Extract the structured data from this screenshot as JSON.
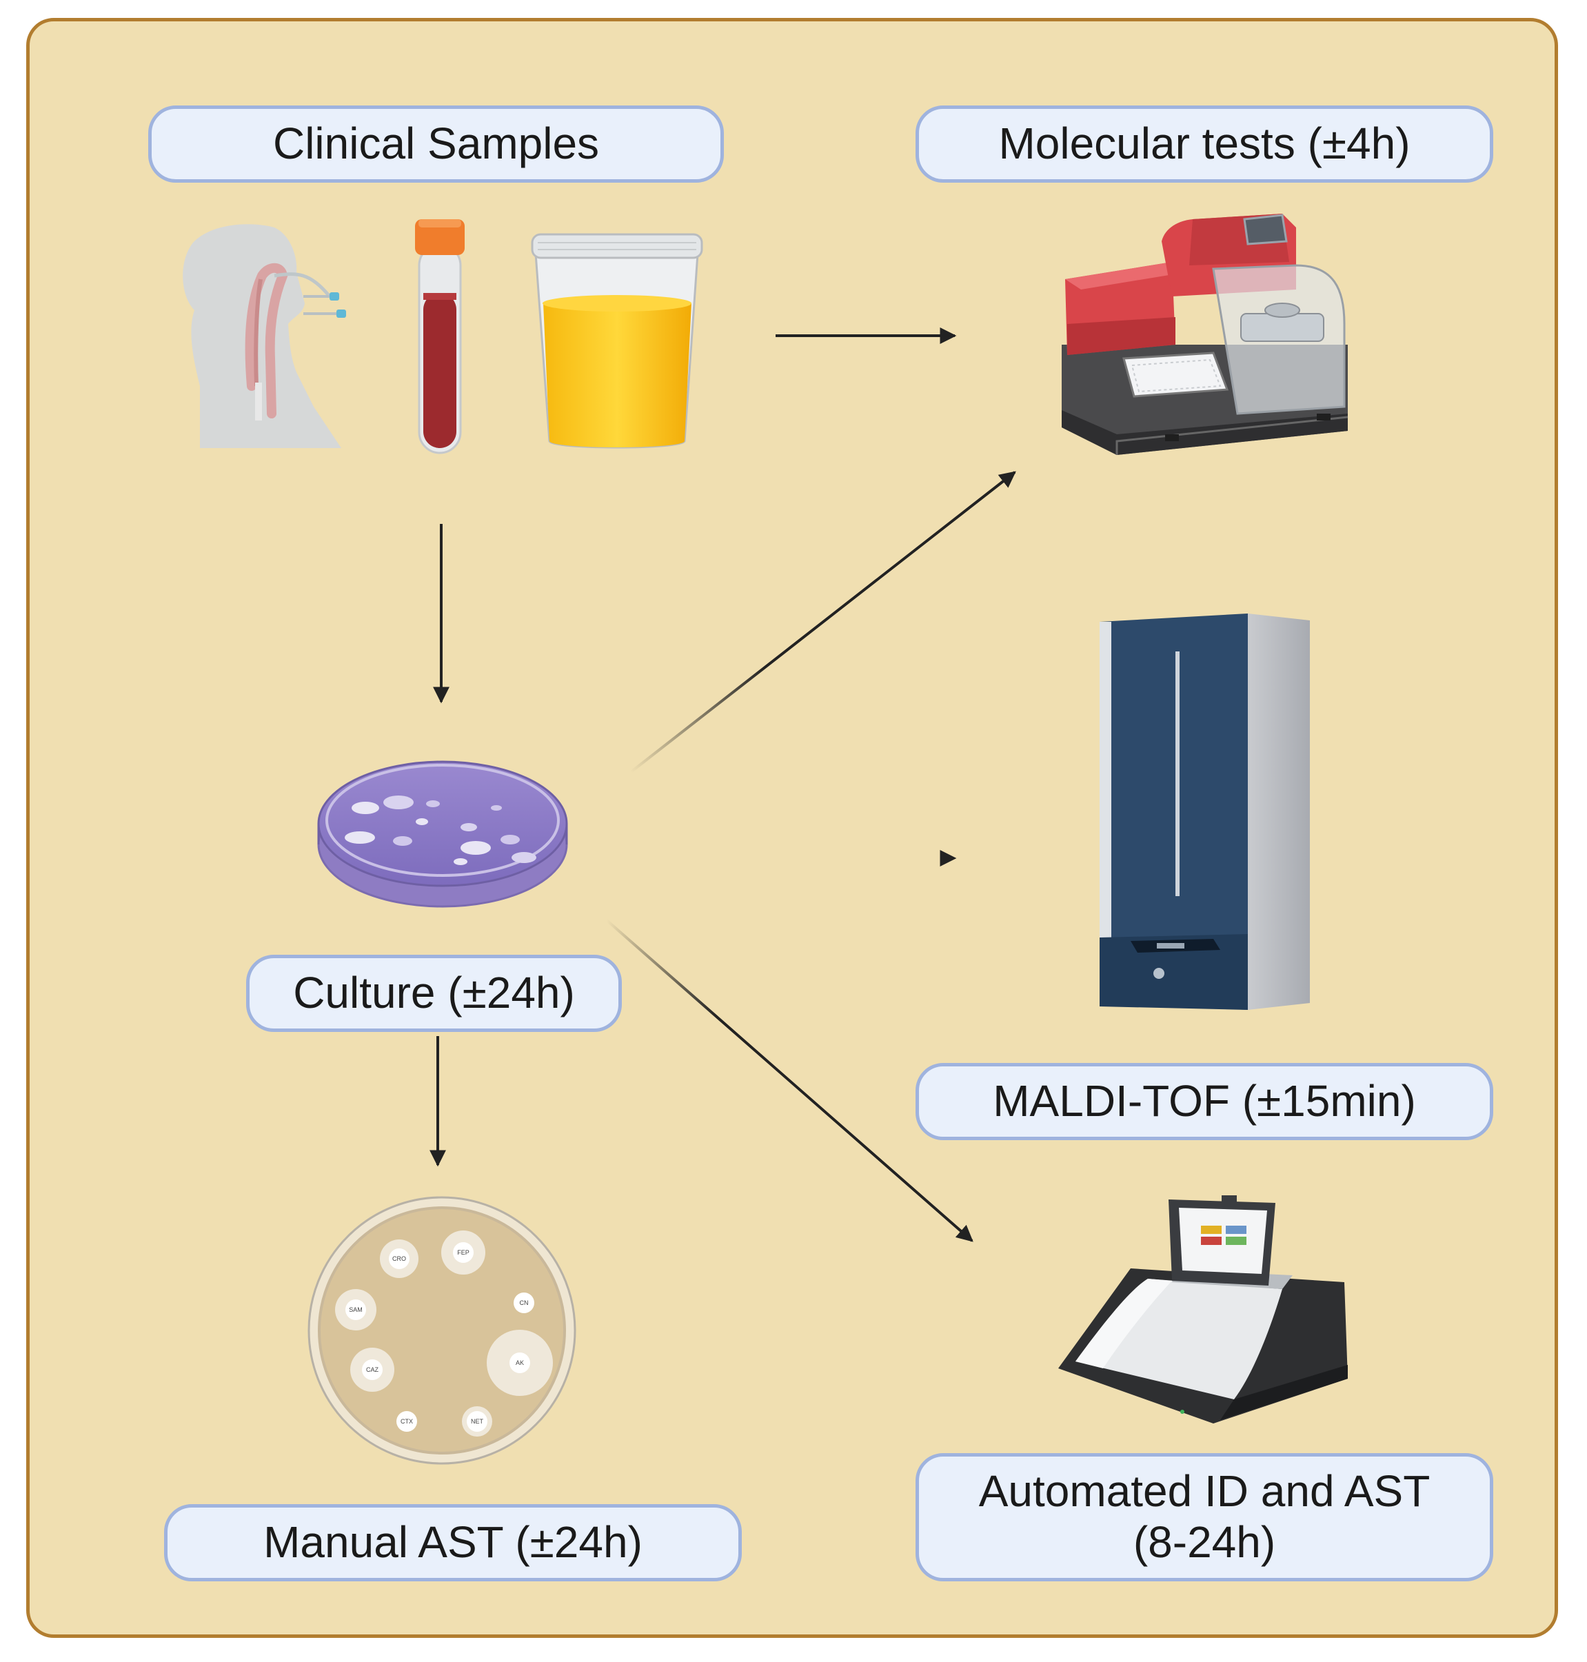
{
  "labels": {
    "clinical_samples": "Clinical Samples",
    "molecular_tests": "Molecular tests (±4h)",
    "culture": "Culture (±24h)",
    "maldi_tof": "MALDI-TOF (±15min)",
    "manual_ast": "Manual AST (±24h)",
    "automated_line1": "Automated ID and AST",
    "automated_line2": "(8-24h)"
  },
  "ast_discs": [
    "CRO",
    "FEP",
    "CN",
    "SAM",
    "AK",
    "CAZ",
    "CTX",
    "NET"
  ],
  "colors": {
    "panel_background": "#f0dfb1",
    "panel_border": "#b27d2f",
    "label_fill": "#e9f0fb",
    "label_border": "#9fb3de",
    "arrow": "#222222",
    "culture_medium": "#8e7cc3",
    "blood": "#9c2a2e",
    "urine": "#f6c21a",
    "pcr_instrument": "#d9454a",
    "maldi_instrument": "#2d4a6b"
  }
}
